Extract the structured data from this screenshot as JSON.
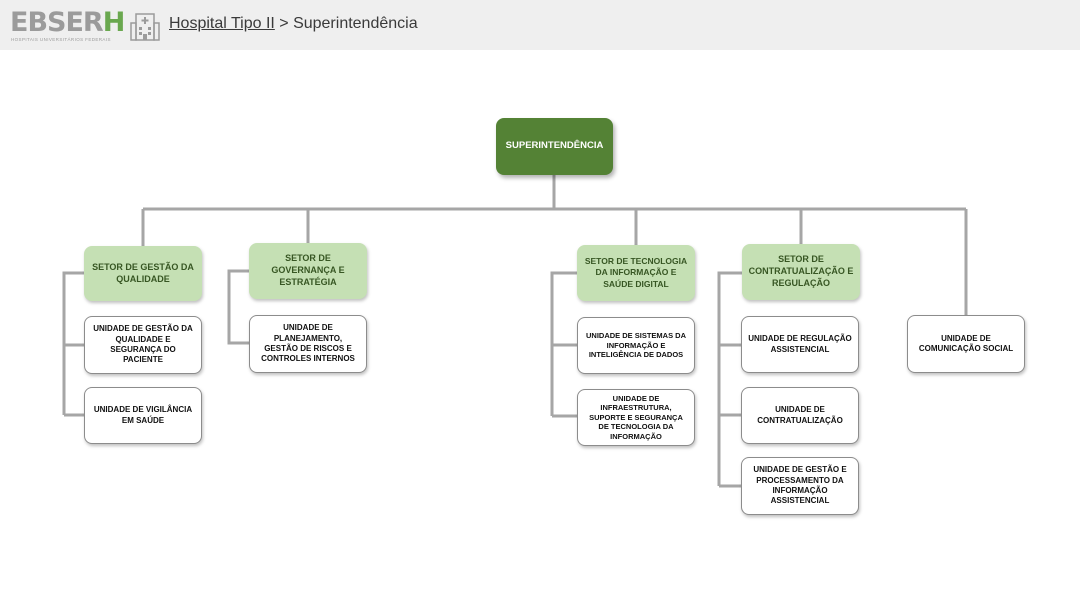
{
  "header": {
    "logo_main": "EBSER",
    "logo_accent": "H",
    "logo_sub": "HOSPITAIS UNIVERSITÁRIOS FEDERAIS",
    "breadcrumb_link": "Hospital Tipo II",
    "breadcrumb_sep": " > ",
    "breadcrumb_current": "Superintendência"
  },
  "org": {
    "root": "SUPERINTENDÊNCIA",
    "setor_qualidade": "SETOR DE GESTÃO DA QUALIDADE",
    "unidade_gestao_qualidade": "UNIDADE DE GESTÃO DA QUALIDADE E SEGURANÇA DO PACIENTE",
    "unidade_vigilancia": "UNIDADE DE VIGILÂNCIA EM SAÚDE",
    "setor_governanca": "SETOR DE GOVERNANÇA  E ESTRATÉGIA",
    "unidade_planejamento": "UNIDADE DE PLANEJAMENTO, GESTÃO DE RISCOS E CONTROLES INTERNOS",
    "setor_ti": "SETOR DE TECNOLOGIA DA INFORMAÇÃO E SAÚDE DIGITAL",
    "unidade_sistemas": "UNIDADE DE SISTEMAS DA INFORMAÇÃO E INTELIGÊNCIA DE DADOS",
    "unidade_infra": "UNIDADE DE INFRAESTRUTURA, SUPORTE E SEGURANÇA DE TECNOLOGIA DA INFORMAÇÃO",
    "setor_contratualizacao": "SETOR DE CONTRATUALIZAÇÃO E REGULAÇÃO",
    "unidade_regulacao": "UNIDADE DE REGULAÇÃO ASSISTENCIAL",
    "unidade_contratualizacao": "UNIDADE DE CONTRATUALIZAÇÃO",
    "unidade_processamento": "UNIDADE DE GESTÃO E PROCESSAMENTO DA INFORMAÇÃO ASSISTENCIAL",
    "unidade_comunicacao": "UNIDADE DE COMUNICAÇÃO SOCIAL"
  },
  "colors": {
    "root_fill": "#548235",
    "setor_fill": "#c5e0b4",
    "unit_fill": "#ffffff",
    "connector": "#a6a6a6",
    "header_bg": "#efefef"
  }
}
